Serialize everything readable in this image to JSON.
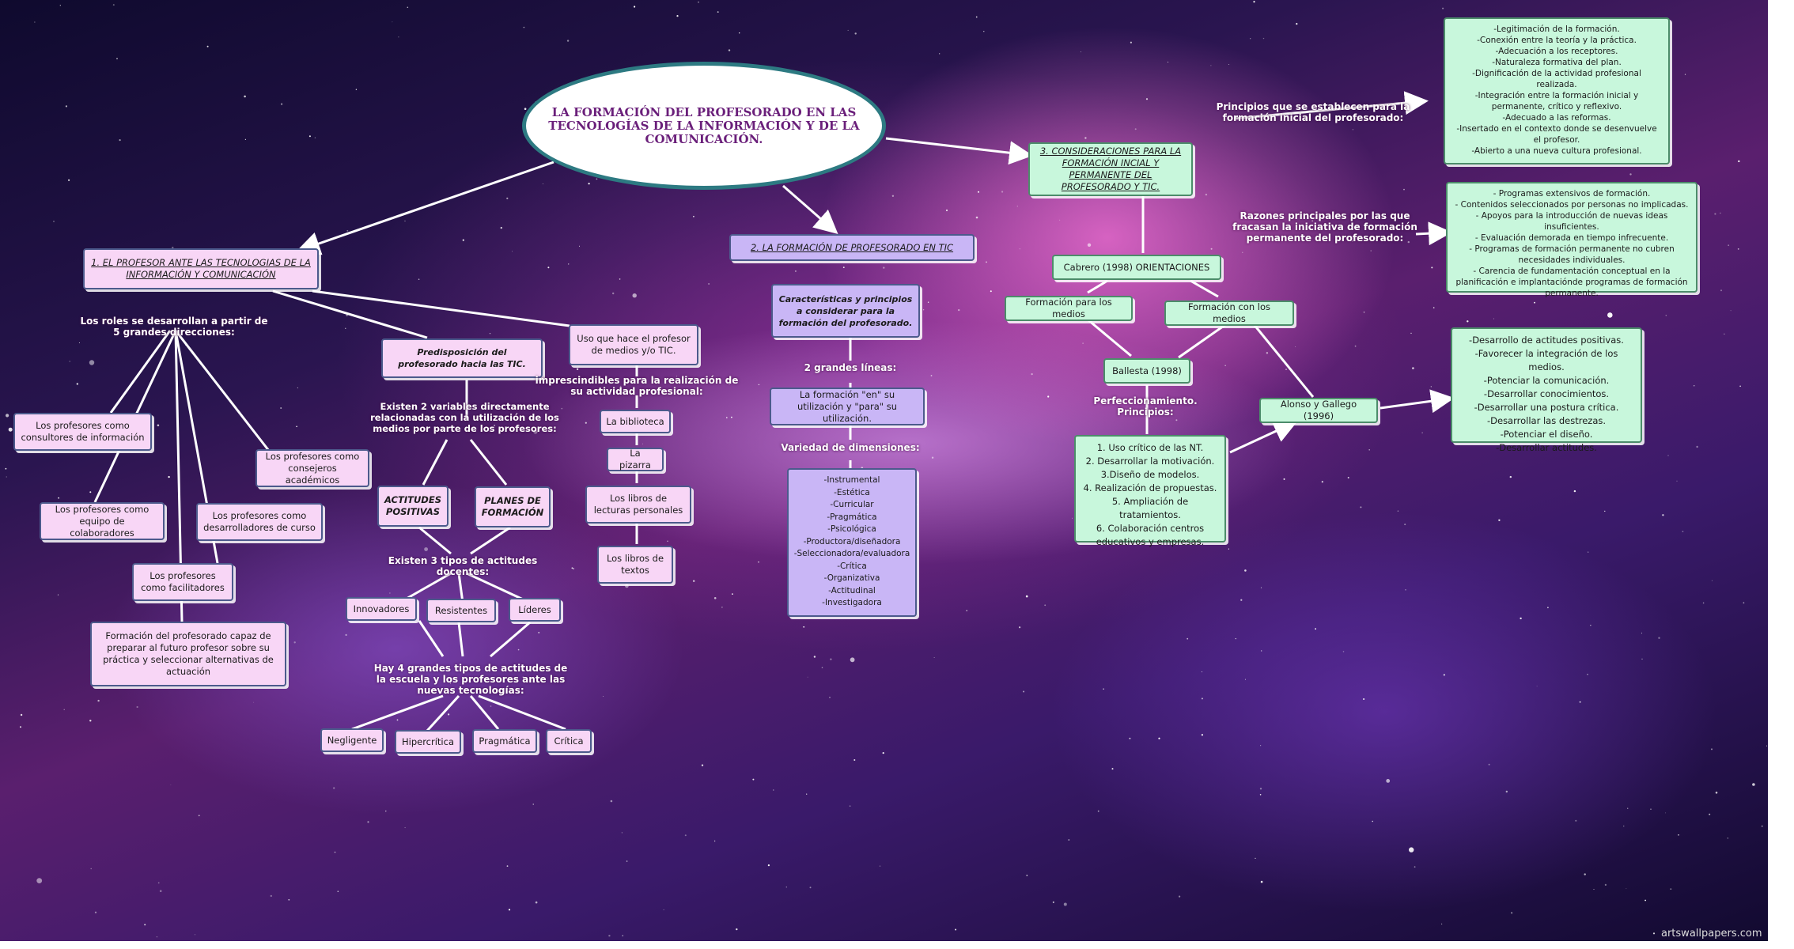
{
  "title": "LA FORMACIÓN DEL PROFESORADO EN LAS TECNOLOGÍAS DE LA INFORMACIÓN Y DE LA COMUNICACIÓN.",
  "branch1": {
    "heading": "1. EL PROFESOR ANTE LAS TECNOLOGIAS DE LA INFORMACIÓN Y COMUNICACIÓN",
    "roles_label": "Los roles se desarrollan a partir de 5 grandes direcciones:",
    "roles": [
      "Los profesores como consultores de información",
      "Los profesores como equipo de colaboradores",
      "Los profesores como facilitadores",
      "Los profesores como desarrolladores de curso",
      "Los profesores como consejeros académicos"
    ],
    "facilitadores_detail": "Formación del profesorado capaz de preparar al futuro profesor sobre su práctica y seleccionar alternativas de actuación",
    "predisposicion": "Predisposición del profesorado hacia las TIC.",
    "variables_label": "Existen 2 variables directamente relacionadas con la utilización de los medios por parte de los profesores:",
    "variables": [
      "ACTITUDES POSITIVAS",
      "PLANES DE FORMACIÓN"
    ],
    "tipos3_label": "Existen 3 tipos de actitudes docentes:",
    "tipos3": [
      "Innovadores",
      "Resistentes",
      "Líderes"
    ],
    "tipos4_label": "Hay 4 grandes tipos de actitudes de la escuela y los profesores ante las nuevas tecnologías:",
    "tipos4": [
      "Negligente",
      "Hipercrítica",
      "Pragmática",
      "Crítica"
    ],
    "uso": "Uso que hace el profesor de medios y/o TIC.",
    "imprescindibles_label": "imprescindibles para la realización de su actividad profesional:",
    "medios": [
      "La biblioteca",
      "La pizarra",
      "Los libros de lecturas personales",
      "Los libros de textos"
    ]
  },
  "branch2": {
    "heading": "2. LA FORMACIÓN DE PROFESORADO EN TIC",
    "caracteristicas": "Características y principios a considerar para la formación del profesorado.",
    "lineas_label": "2 grandes líneas:",
    "lineas": "La formación \"en\" su utilización y \"para\" su utilización.",
    "dimensiones_label": "Variedad de dimensiones:",
    "dimensiones": [
      "-Instrumental",
      "-Estética",
      "-Curricular",
      "-Pragmática",
      "-Psicológica",
      "-Productora/diseñadora",
      "-Seleccionadora/evaluadora",
      "-Crítica",
      "-Organizativa",
      "-Actitudinal",
      "-Investigadora"
    ]
  },
  "branch3": {
    "heading": "3. CONSIDERACIONES PARA LA FORMACIÓN INCIAL Y PERMANENTE DEL PROFESORADO Y TIC.",
    "principios_label": "Principios que se establecen para la formación inicial del profesorado:",
    "principios": [
      "-Legitimación de la formación.",
      "-Conexión entre la teoría y la práctica.",
      "-Adecuación a los receptores.",
      "-Naturaleza formativa del plan.",
      "-Dignificación de la actividad profesional realizada.",
      "-Integración entre la formación inicial y permanente, crítico y reflexivo.",
      "-Adecuado a las reformas.",
      "-Insertado en el contexto donde se desenvuelve el profesor.",
      "-Abierto a una nueva cultura profesional."
    ],
    "razones_label": "Razones principales por las que fracasan la iniciativa de formación permanente del profesorado:",
    "razones": [
      "- Programas extensivos de formación.",
      "- Contenidos seleccionados por personas no implicadas.",
      "- Apoyos para la introducción de nuevas ideas insuficientes.",
      "- Evaluación demorada en tiempo infrecuente.",
      "- Programas de formación permanente no cubren necesidades individuales.",
      "- Carencia de fundamentación conceptual en la planificación e implantaciónde programas de formación permanente."
    ],
    "cabrero": "Cabrero (1998) ORIENTACIONES",
    "formacion_para": "Formación para los medios",
    "formacion_con": "Formación con los medios",
    "ballesta": "Ballesta (1998)",
    "perfeccionamiento_label": "Perfeccionamiento. Principios:",
    "principios_ballesta": [
      "1. Uso crítico de las NT.",
      "2. Desarrollar la motivación.",
      "3.Diseño de modelos.",
      "4. Realización de propuestas.",
      "5. Ampliación de tratamientos.",
      "6. Colaboración centros educativos y empresas."
    ],
    "alonso": "Alonso y Gallego (1996)",
    "alonso_items": [
      "-Desarrollo de actitudes positivas.",
      "-Favorecer la integración de los medios.",
      "-Potenciar la comunicación.",
      "-Desarrollar conocimientos.",
      "-Desarrollar una postura crítica.",
      "-Desarrollar las destrezas.",
      "-Potenciar el diseño.",
      "-Desarrollar actitudes."
    ]
  },
  "watermark": "artswallpapers.com"
}
